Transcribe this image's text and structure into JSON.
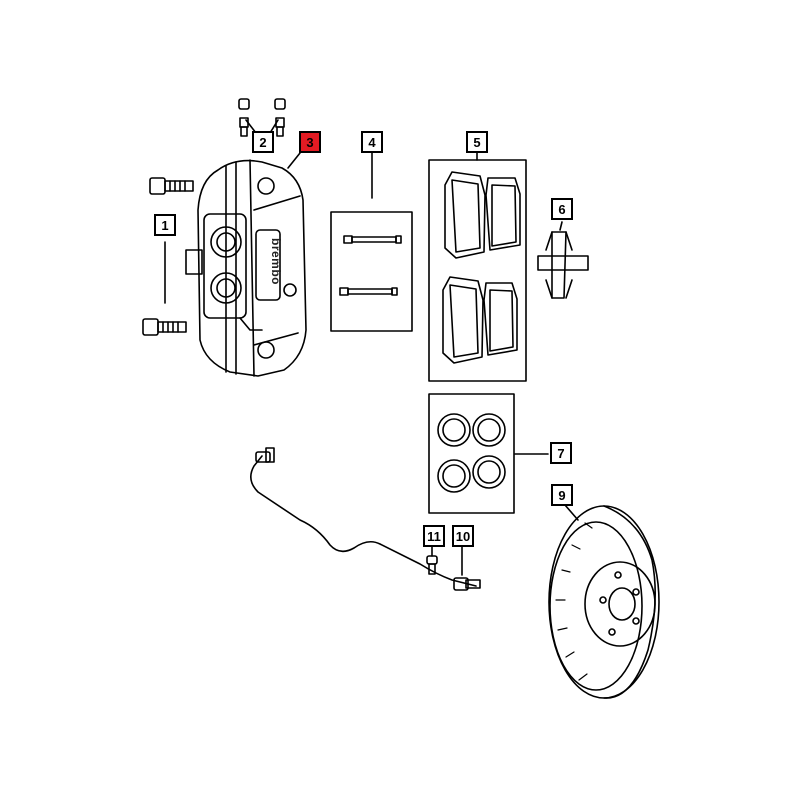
{
  "diagram": {
    "brand_mark": "brembo",
    "highlight_color": "#e31b23",
    "line_color": "#000000",
    "callouts": [
      {
        "id": "1",
        "label": "1"
      },
      {
        "id": "2",
        "label": "2"
      },
      {
        "id": "3",
        "label": "3",
        "selected": true
      },
      {
        "id": "4",
        "label": "4"
      },
      {
        "id": "5",
        "label": "5"
      },
      {
        "id": "6",
        "label": "6"
      },
      {
        "id": "7",
        "label": "7"
      },
      {
        "id": "9",
        "label": "9"
      },
      {
        "id": "10",
        "label": "10"
      },
      {
        "id": "11",
        "label": "11"
      }
    ]
  }
}
